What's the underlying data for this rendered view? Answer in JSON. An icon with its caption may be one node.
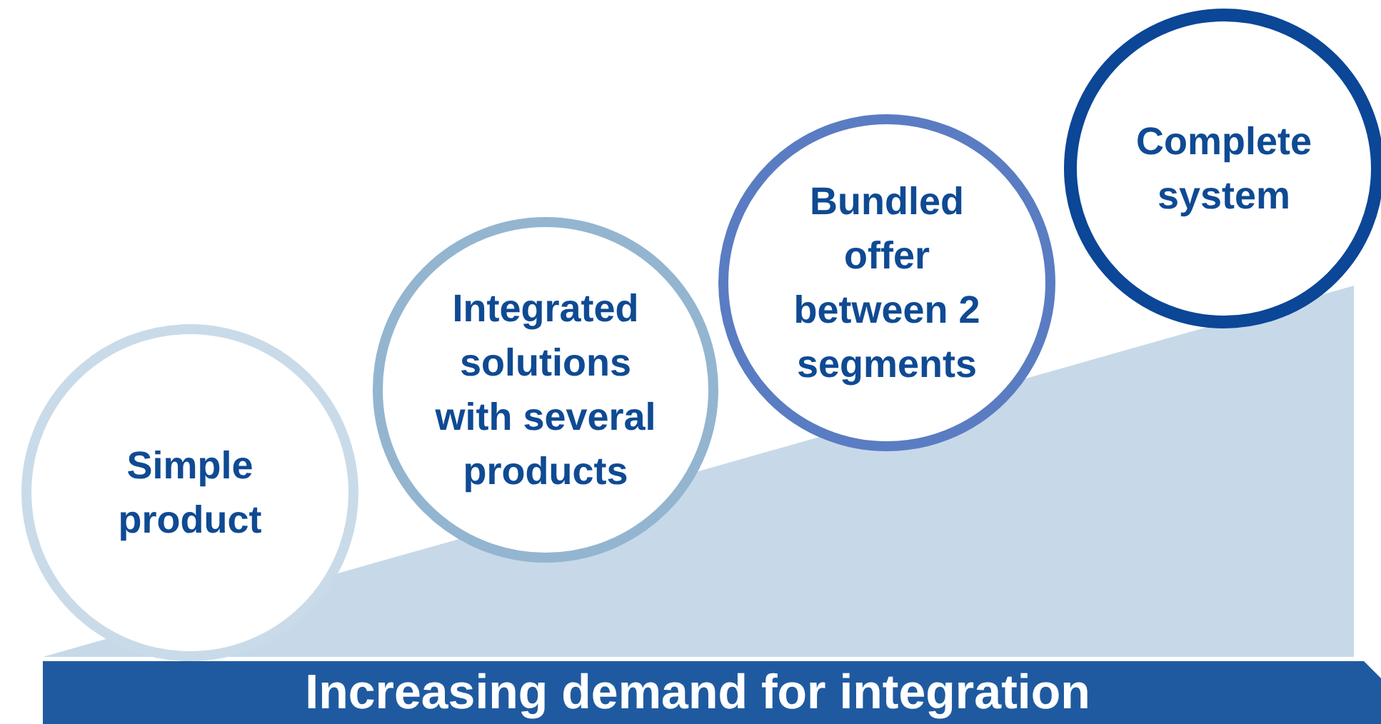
{
  "diagram": {
    "nodes": [
      {
        "text": [
          "Simple product"
        ]
      },
      {
        "text": [
          "Integrated solutions with several products"
        ]
      },
      {
        "text": [
          "Bundled offer between 2 segments"
        ]
      },
      {
        "text": [
          "Complete system"
        ]
      },
      {
        "text": [
          "Increasing demand for integration"
        ]
      }
    ],
    "edges": []
  }
}
